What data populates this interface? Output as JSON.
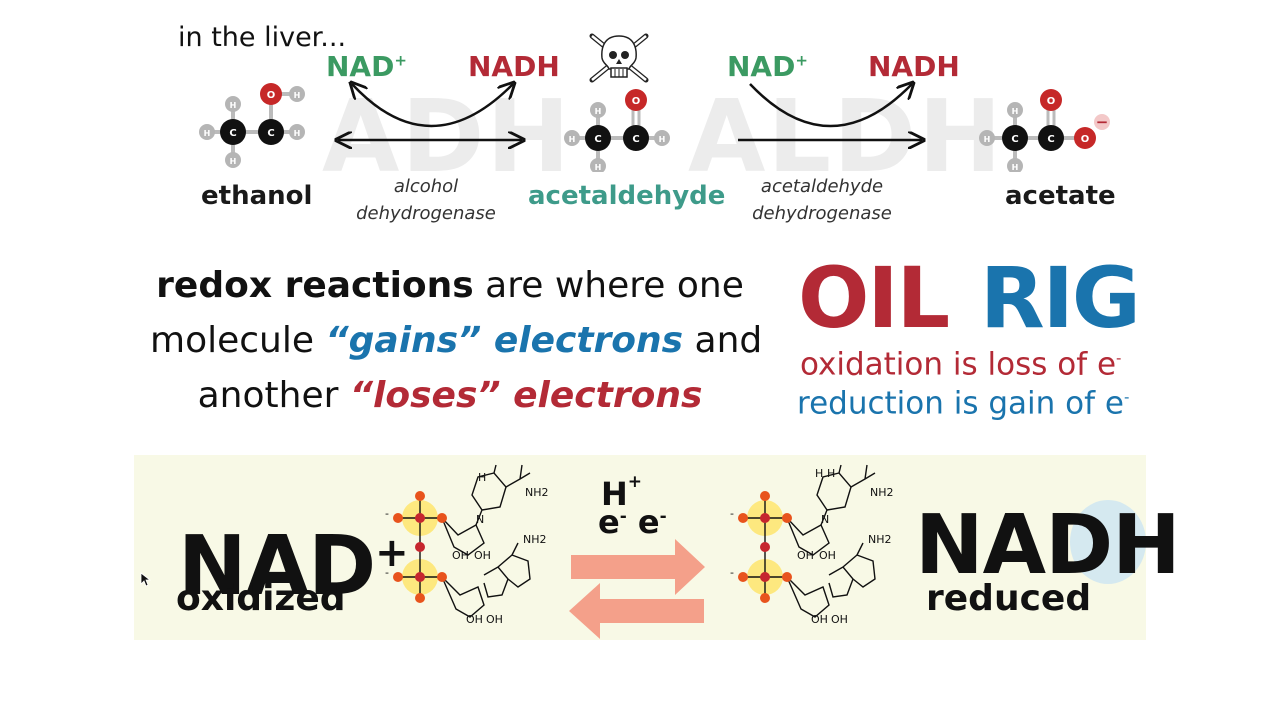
{
  "pathway": {
    "intro": "in the liver...",
    "cofactors": {
      "nad1": "NAD",
      "nadh1": "NADH",
      "nad2": "NAD",
      "nadh2": "NADH",
      "plus": "+"
    },
    "molecules": {
      "ethanol": "ethanol",
      "acetaldehyde": "acetaldehyde",
      "acetate": "acetate"
    },
    "enzymes": {
      "adh": {
        "line1": "alcohol",
        "line2": "dehydrogenase",
        "abbrev": "ADH"
      },
      "aldh": {
        "line1": "acetaldehyde",
        "line2": "dehydrogenase",
        "abbrev": "ALDH"
      }
    },
    "atoms": {
      "c": "C",
      "o": "O",
      "h": "H",
      "minus": "−"
    }
  },
  "redox": {
    "bold": "redox reactions",
    "t1": " are where one",
    "t2": "molecule ",
    "gains": "“gains” electrons",
    "t3": " and",
    "t4": "another ",
    "loses": "“loses” electrons"
  },
  "mnemonic": {
    "oil": "OIL",
    "rig": "RIG",
    "oxidation": "oxidation is loss of e",
    "reduction": "reduction is gain of e",
    "sup": "-"
  },
  "nad_panel": {
    "nad": "NAD",
    "plus": "+",
    "oxidized": "oxidized",
    "nadh": "NADH",
    "reduced": "reduced",
    "h": "H",
    "hplus": "+",
    "e": "e",
    "eminus": "-",
    "structure": {
      "nh2": "NH2",
      "n": "N",
      "oh": "OH",
      "h": "H",
      "minus": "-"
    }
  },
  "colors": {
    "green": "#3b9a62",
    "red": "#b32a36",
    "blue": "#1a74ad",
    "teal": "#3e9b8a",
    "arrow": "#f4a08a"
  }
}
